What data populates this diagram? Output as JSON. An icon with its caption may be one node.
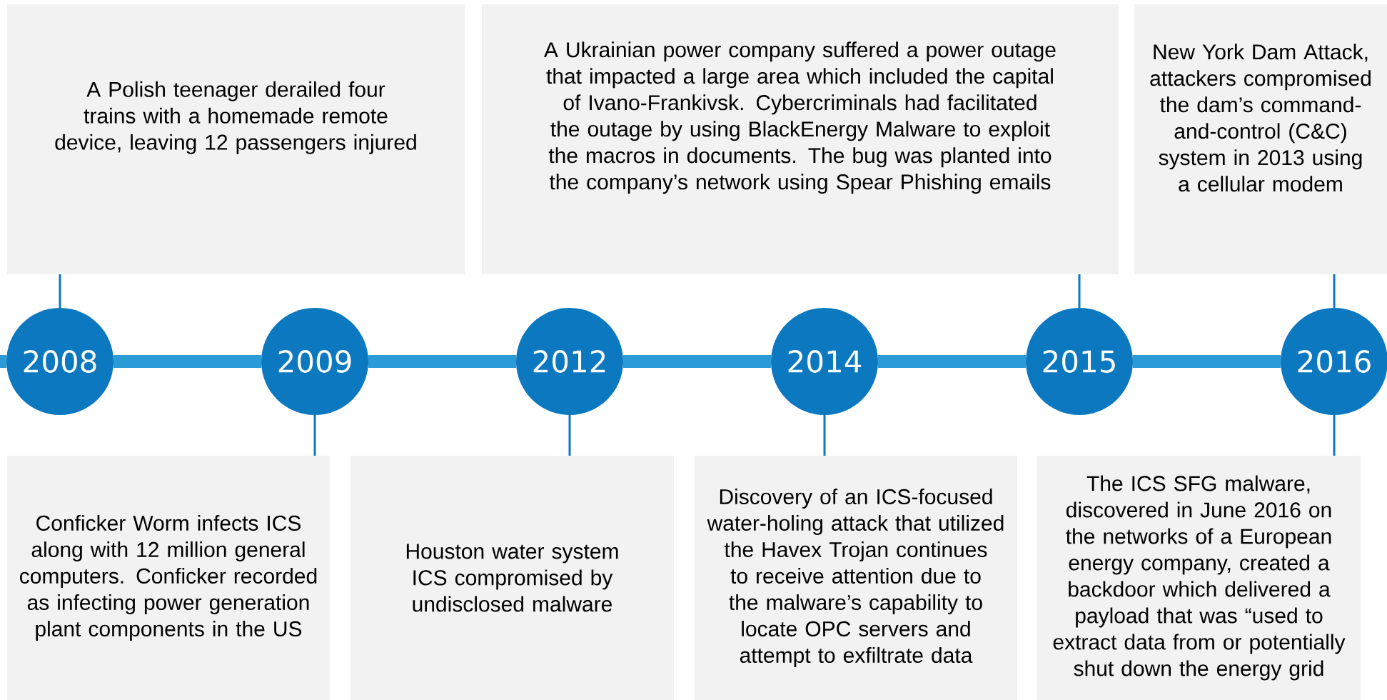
{
  "diagram": {
    "nodes": [
      {
        "text": [
          "A Polish teenager derailed four trains with a homemade remote device, leaving 12 passengers injured"
        ]
      },
      {
        "text": [
          "A Ukrainian power company suffered a power outage that impacted a large area which included the capital of Ivano-Frankivsk. Cybercriminals had facilitated the outage by using BlackEnergy Malware to exploit the macros in documents. The bug was planted into the company’s network using Spear Phishing emails"
        ]
      },
      {
        "text": [
          "New York Dam Attack, attackers compromised the dam’s command-and-control (C&C) system in 2013 using a cellular modem"
        ]
      },
      {
        "text": [
          "2008"
        ]
      },
      {
        "text": [
          "2009"
        ]
      },
      {
        "text": [
          "2012"
        ]
      },
      {
        "text": [
          "2014"
        ]
      },
      {
        "text": [
          "2015"
        ]
      },
      {
        "text": [
          "2016"
        ]
      },
      {
        "text": [
          "Conficker Worm infects ICS along with 12 million general computers. Conficker recorded as infecting power generation plant components in the US"
        ]
      },
      {
        "text": [
          "Houston water system ICS compromised by undisclosed malware"
        ]
      },
      {
        "text": [
          "Discovery of an ICS-focused water-holing attack that utilized the Havex Trojan continues to receive attention due to the malware’s capability to locate OPC servers and attempt to exfiltrate data"
        ]
      },
      {
        "text": [
          "The ICS SFG malware, discovered in June 2016 on the networks of a European energy company, created a backdoor which delivered a payload that was “used to extract data from or potentially shut down the energy grid"
        ]
      }
    ],
    "edges": [
      {
        "from": 3,
        "to": 0,
        "arrow": "none"
      },
      {
        "from": 4,
        "to": 9,
        "arrow": "none"
      },
      {
        "from": 5,
        "to": 10,
        "arrow": "none"
      },
      {
        "from": 6,
        "to": 11,
        "arrow": "none"
      },
      {
        "from": 7,
        "to": 1,
        "arrow": "none"
      },
      {
        "from": 8,
        "to": 2,
        "arrow": "none"
      },
      {
        "from": 8,
        "to": 12,
        "arrow": "none"
      },
      {
        "from": null,
        "to": 3,
        "arrow": "none",
        "style": "thick",
        "color": "#2a9bd6"
      },
      {
        "from": 3,
        "to": 4,
        "arrow": "none",
        "style": "thick",
        "color": "#2a9bd6"
      },
      {
        "from": 4,
        "to": 5,
        "arrow": "none",
        "style": "thick",
        "color": "#2a9bd6"
      },
      {
        "from": 5,
        "to": 6,
        "arrow": "none",
        "style": "thick",
        "color": "#2a9bd6"
      },
      {
        "from": 6,
        "to": 7,
        "arrow": "none",
        "style": "thick",
        "color": "#2a9bd6"
      },
      {
        "from": 7,
        "to": 8,
        "arrow": "none",
        "style": "thick",
        "color": "#2a9bd6"
      }
    ]
  }
}
